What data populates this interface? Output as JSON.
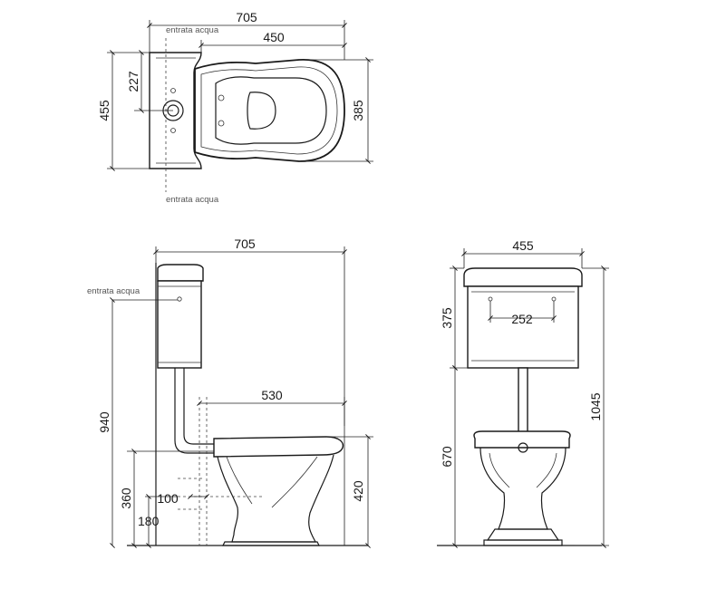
{
  "labels": {
    "water_inlet": "entrata acqua"
  },
  "dimensions": {
    "top_view": {
      "overall_length": "705",
      "bowl_length": "450",
      "overall_width": "455",
      "tank_half_width": "227",
      "bowl_width": "385"
    },
    "side_view": {
      "overall_length": "705",
      "outlet_distance": "530",
      "cistern_height": "940",
      "outlet_center_height": "360",
      "outlet_offset": "100",
      "drain_height": "180",
      "rim_height": "420"
    },
    "front_view": {
      "width": "455",
      "cistern_height": "375",
      "fixing_spacing": "252",
      "total_height": "1045",
      "pipe_height": "670"
    }
  }
}
